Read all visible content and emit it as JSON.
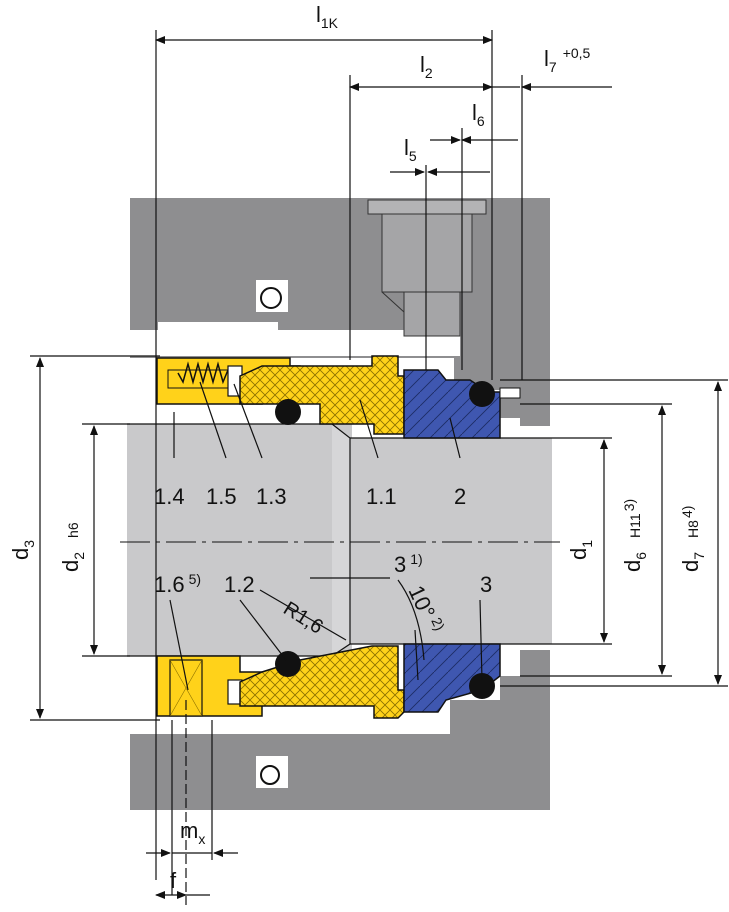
{
  "colors": {
    "housing": "#8e8e90",
    "shaft": "#c9c9cb",
    "gold": "#ffd21a",
    "blue": "#3f57b0",
    "line": "#111111"
  },
  "dims": {
    "l1k_main": "l",
    "l1k_sub": "1K",
    "l2_main": "l",
    "l2_sub": "2",
    "l7_main": "l",
    "l7_sub": "7",
    "l7_tol": "+0,5",
    "l6_main": "l",
    "l6_sub": "6",
    "l5_main": "l",
    "l5_sub": "5",
    "d3_main": "d",
    "d3_sub": "3",
    "d2_main": "d",
    "d2_sub": "2",
    "d2_tol": "h6",
    "d1_main": "d",
    "d1_sub": "1",
    "d6_main": "d",
    "d6_sub": "6",
    "d6_tol": "H11",
    "d6_note": "3)",
    "d7_main": "d",
    "d7_sub": "7",
    "d7_tol": "H8",
    "d7_note": "4)",
    "mx_main": "m",
    "mx_sub": "x",
    "f": "f"
  },
  "parts": {
    "p1_4": "1.4",
    "p1_5": "1.5",
    "p1_3": "1.3",
    "p1_1": "1.1",
    "p2": "2",
    "p1_6": "1.6",
    "p1_6_note": "5)",
    "p1_2": "1.2",
    "p3_chamfer": "3",
    "p3_chamfer_note": "1)",
    "p3": "3",
    "r16": "R1,6",
    "angle": "10°",
    "angle_note": "2)"
  }
}
